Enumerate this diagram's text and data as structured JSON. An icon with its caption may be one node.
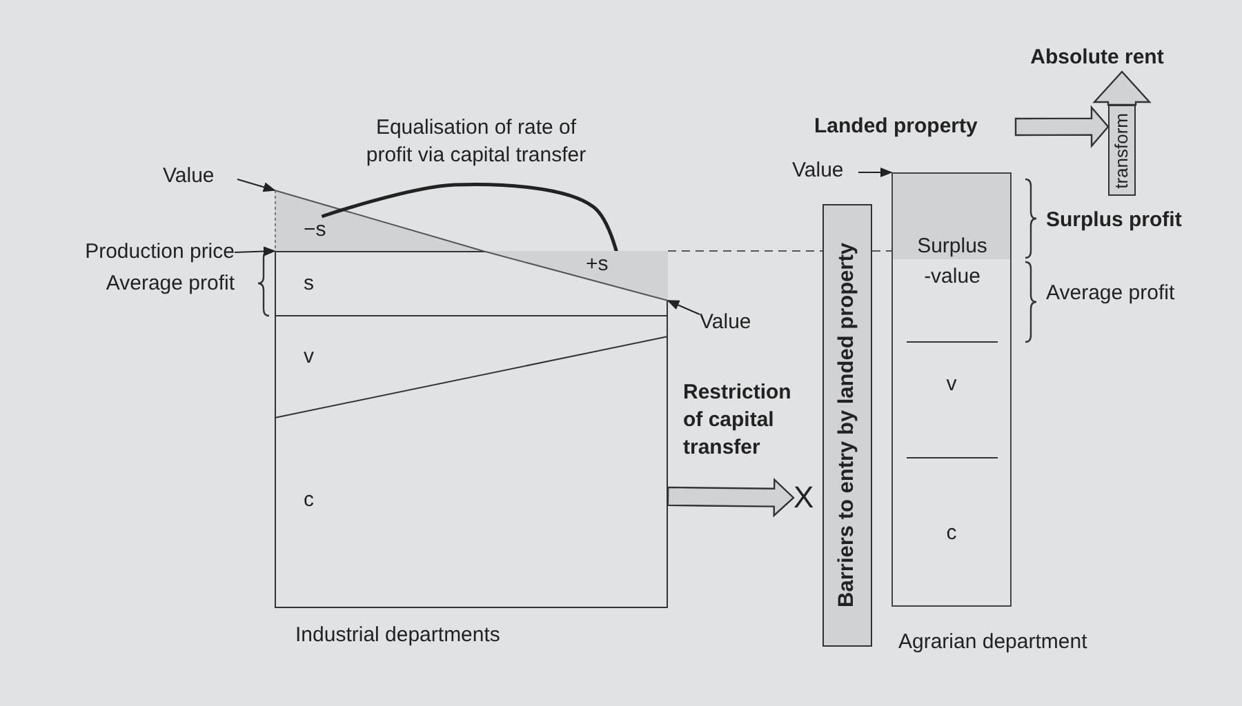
{
  "diagram": {
    "nodes": [
      {
        "text": [
          "s",
          "v",
          "c",
          "Industrial departments"
        ]
      },
      {
        "text": [],
        "shape": "triangle"
      },
      {
        "text": [
          "−s"
        ],
        "in": 1
      },
      {
        "text": [],
        "shape": "triangle",
        "in": 0
      },
      {
        "text": [
          "+s"
        ],
        "in": 3
      },
      {
        "text": [
          "Barriers to entry by landed property"
        ]
      },
      {
        "text": [
          "Surplus -value",
          "v",
          "c",
          "Agrarian department"
        ]
      },
      {
        "text": [
          "Value"
        ]
      },
      {
        "text": [
          "Production price"
        ]
      },
      {
        "text": [
          "Value"
        ]
      },
      {
        "text": [
          "Value"
        ]
      },
      {
        "text": [
          "Landed property"
        ]
      },
      {
        "text": [
          "transform"
        ]
      },
      {
        "text": [
          "Absolute rent"
        ]
      },
      {
        "text": [
          "X"
        ]
      }
    ],
    "edges": [
      {
        "from": 7,
        "to": 1,
        "arrow": "to"
      },
      {
        "from": 8,
        "to": 0,
        "arrow": "to"
      },
      {
        "from": 2,
        "to": 4,
        "arrow": "to",
        "style": "thick",
        "label": "Equalisation of rate of profit via capital transfer"
      },
      {
        "from": 9,
        "to": 3,
        "arrow": "to"
      },
      {
        "from": 10,
        "to": 6,
        "arrow": "to"
      },
      {
        "from": 0,
        "to": 5,
        "arrow": "none",
        "style": "dashed"
      },
      {
        "from": 5,
        "to": 6,
        "arrow": "none",
        "style": "dashed"
      },
      {
        "from": 11,
        "to": 12,
        "arrow": "to",
        "style": "thick"
      },
      {
        "from": 12,
        "to": 13,
        "arrow": "to",
        "style": "thick"
      },
      {
        "from": 0,
        "to": 14,
        "arrow": "to",
        "style": "thick",
        "label": "Restriction of capital transfer"
      }
    ],
    "labels": [
      "Surplus profit",
      "Average profit",
      "Average profit"
    ]
  }
}
